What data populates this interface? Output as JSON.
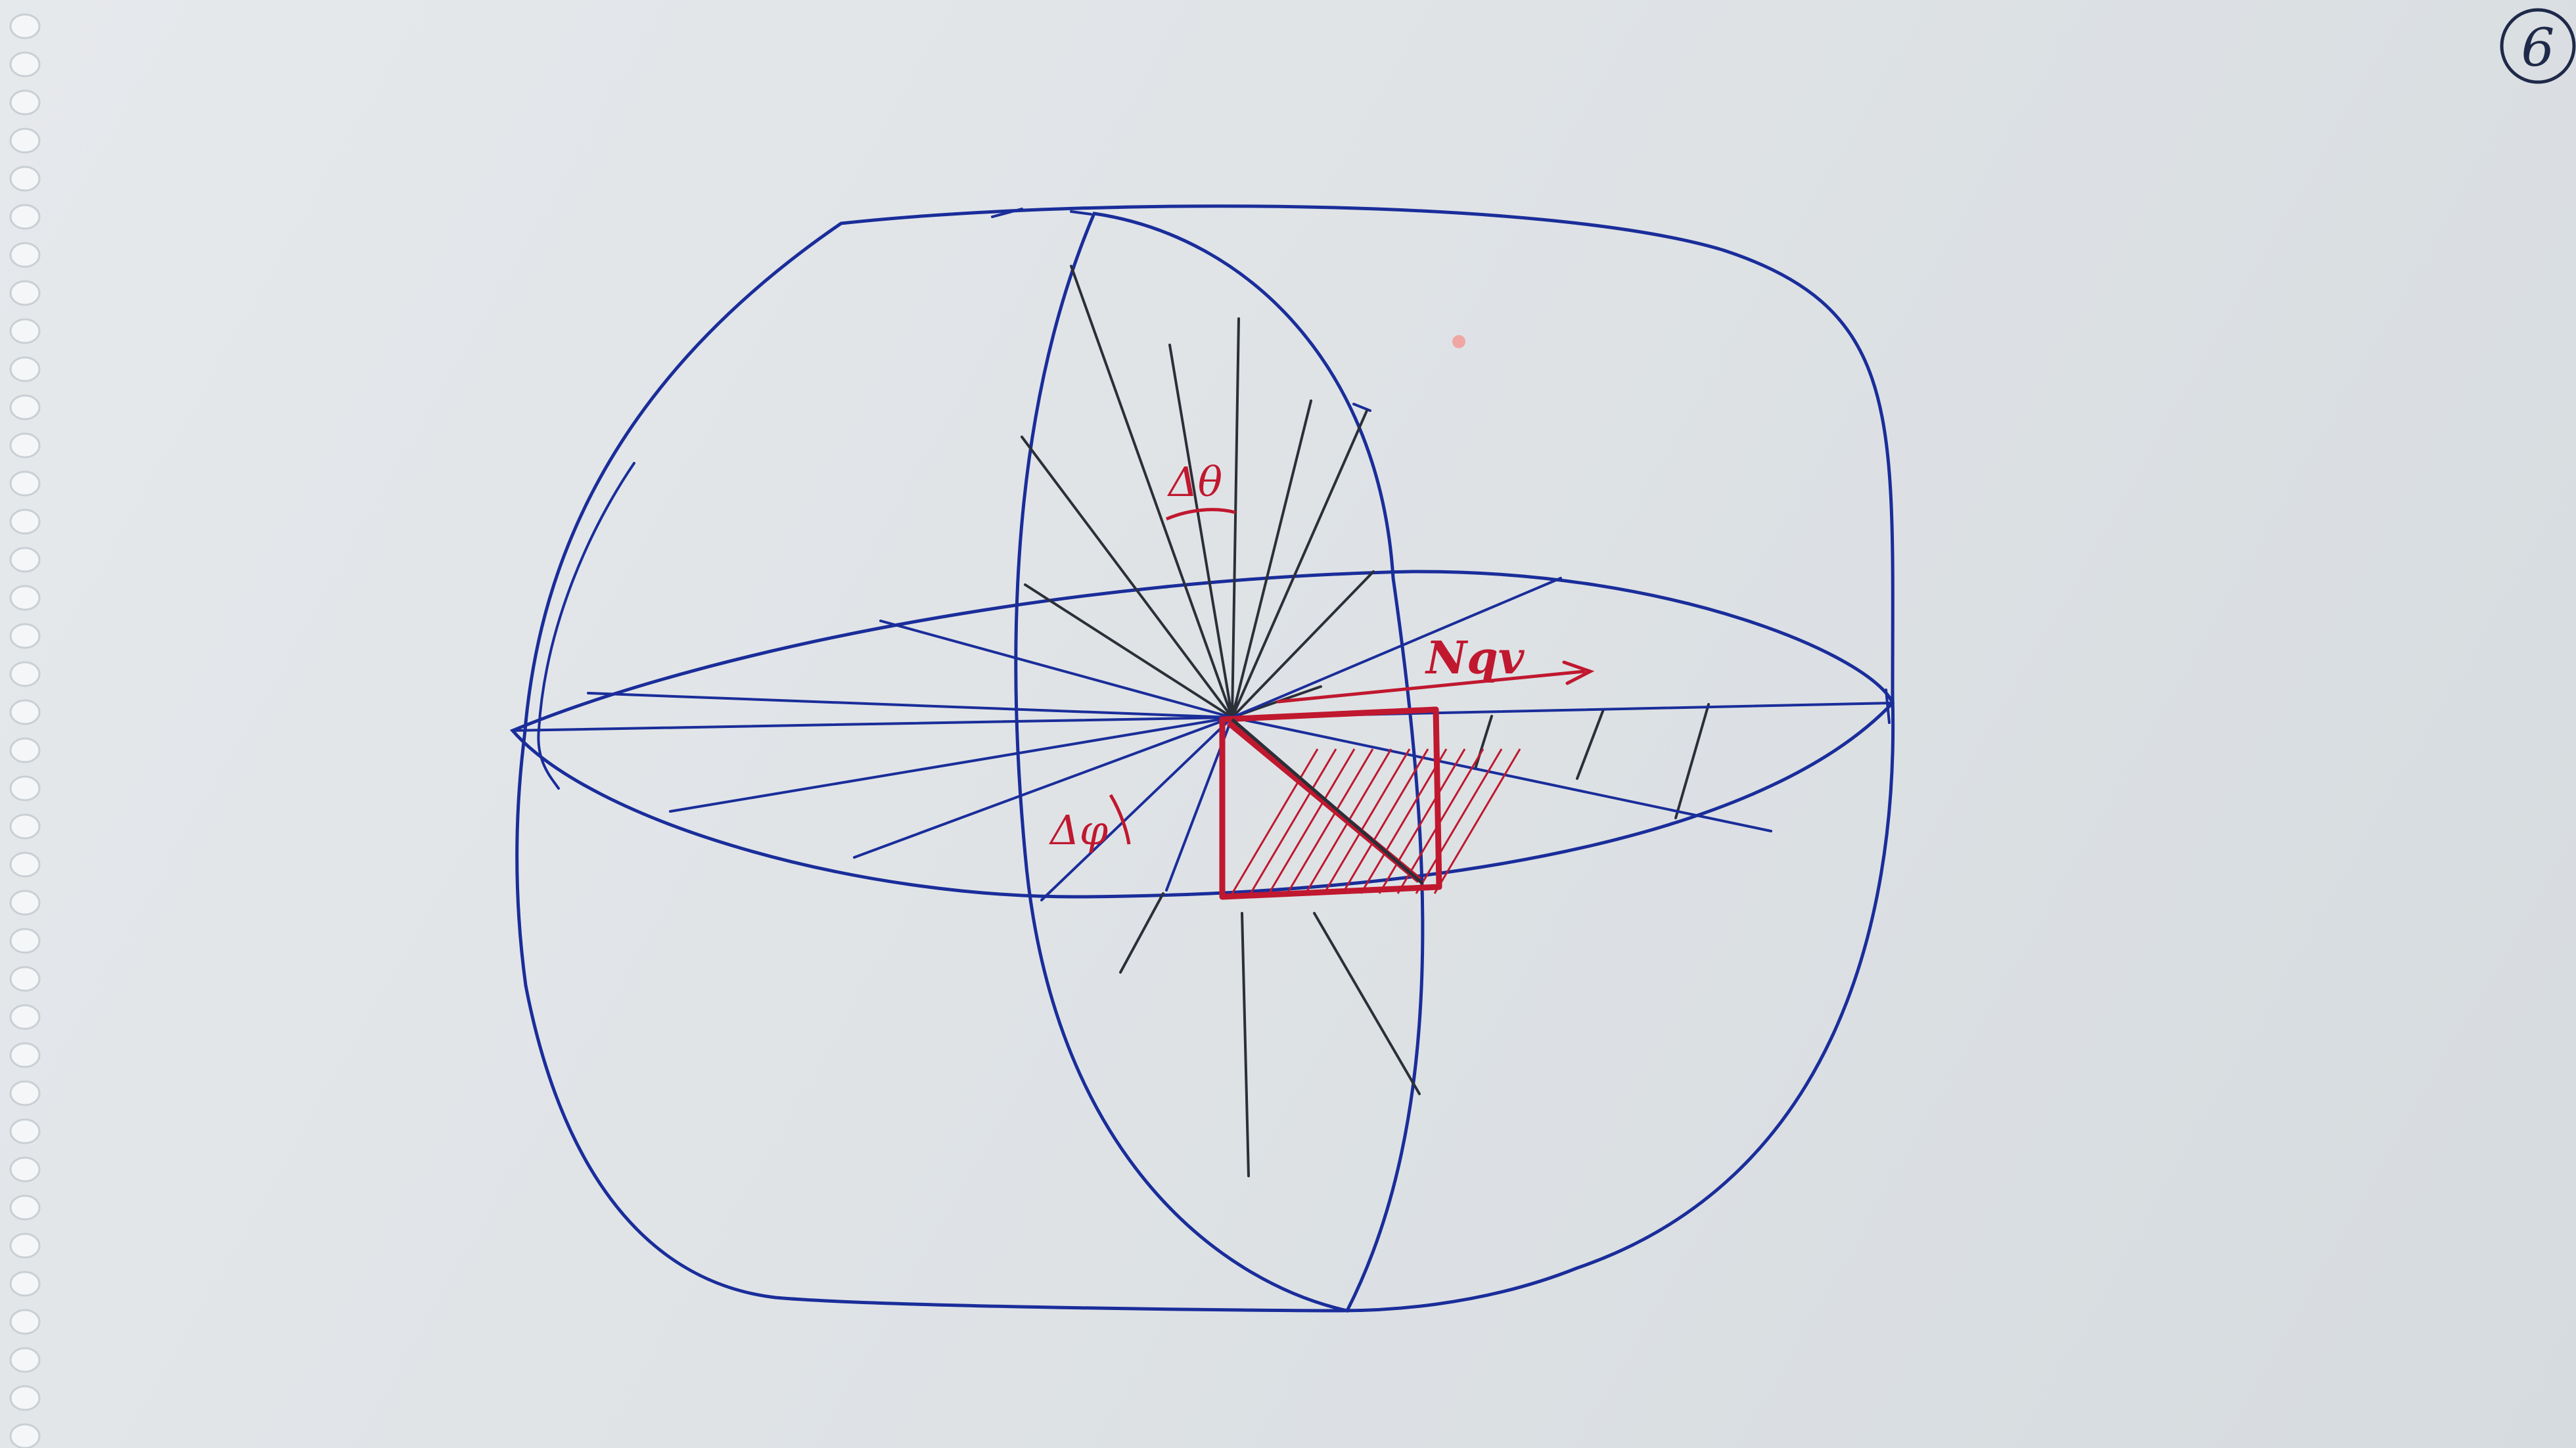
{
  "page_number": "6",
  "labels": {
    "delta_theta": "Δθ",
    "delta_phi": "Δφ",
    "velocity": "Nqv"
  },
  "colors": {
    "paper": "#e3e7ea",
    "ink_blue": "#1a2d9a",
    "ink_black": "#2b2f38",
    "ink_red": "#c0182f"
  }
}
